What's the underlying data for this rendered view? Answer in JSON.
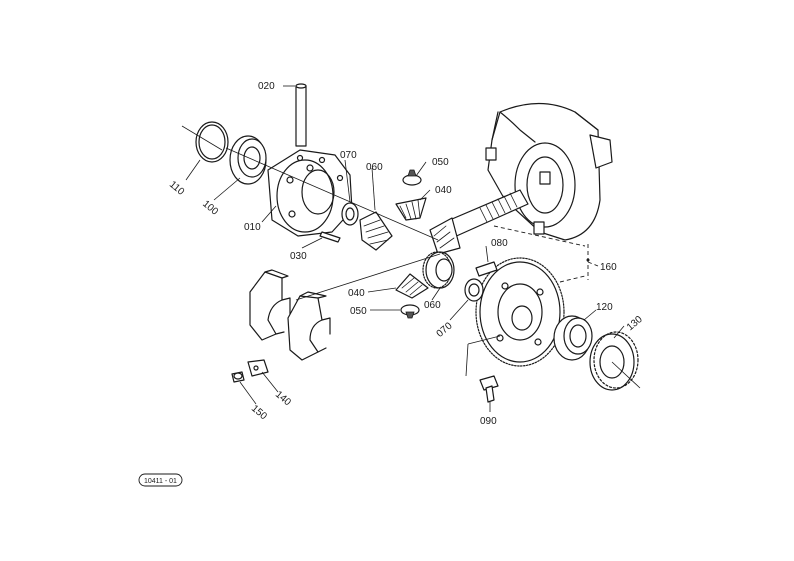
{
  "labels": {
    "p010": "010",
    "p020": "020",
    "p030": "030",
    "p040a": "040",
    "p040b": "040",
    "p050a": "050",
    "p050b": "050",
    "p060a": "060",
    "p060b": "060",
    "p070a": "070",
    "p070b": "070",
    "p080": "080",
    "p090": "090",
    "p100": "100",
    "p110": "110",
    "p120": "120",
    "p130": "130",
    "p140": "140",
    "p150": "150",
    "p160": "160"
  },
  "reference_code": "10411 - 01"
}
